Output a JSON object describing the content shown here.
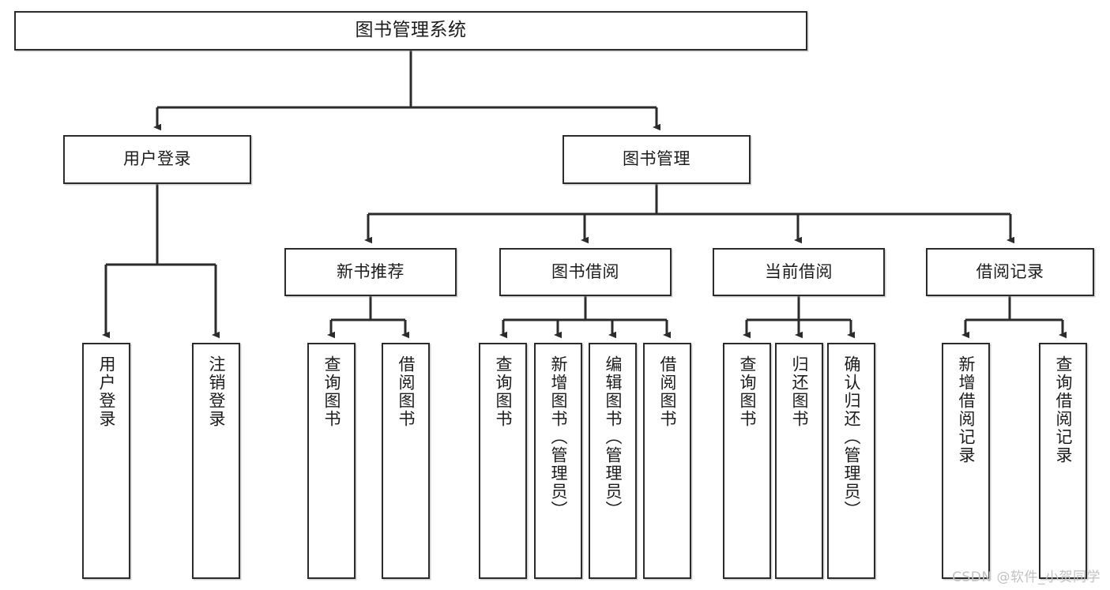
{
  "diagram": {
    "type": "hierarchy-tree",
    "title": "图书管理系统",
    "background_color": "#ffffff",
    "line_color": "#2b2b2b",
    "text_color": "#1c1c1c",
    "watermark": "CSDN @软件_小贺同学",
    "levels": {
      "level1": [
        "图书管理系统"
      ],
      "level2": [
        "用户登录",
        "图书管理"
      ],
      "level3": [
        "新书推荐",
        "图书借阅",
        "当前借阅",
        "借阅记录"
      ],
      "level4": [
        "用户登录",
        "注销登录",
        "查询图书",
        "借阅图书",
        "查询图书",
        "新增图书（管理员）",
        "编辑图书（管理员）",
        "借阅图书",
        "查询图书",
        "归还图书",
        "确认归还（管理员）",
        "新增借阅记录",
        "查询借阅记录"
      ]
    },
    "nodes": {
      "root": {
        "label": "图书管理系统"
      },
      "user_login": {
        "label": "用户登录"
      },
      "book_manage": {
        "label": "图书管理"
      },
      "new_book_rec": {
        "label": "新书推荐"
      },
      "book_borrow": {
        "label": "图书借阅"
      },
      "current_borrow": {
        "label": "当前借阅"
      },
      "borrow_record": {
        "label": "借阅记录"
      },
      "leaf_user_login": {
        "label": "用户登录"
      },
      "leaf_logout": {
        "label": "注销登录"
      },
      "leaf_query_book_1": {
        "label": "查询图书"
      },
      "leaf_borrow_book_1": {
        "label": "借阅图书"
      },
      "leaf_query_book_2": {
        "label": "查询图书"
      },
      "leaf_add_book": {
        "label": "新增图书（管理员）"
      },
      "leaf_edit_book": {
        "label": "编辑图书（管理员）"
      },
      "leaf_borrow_book_2": {
        "label": "借阅图书"
      },
      "leaf_query_book_3": {
        "label": "查询图书"
      },
      "leaf_return_book": {
        "label": "归还图书"
      },
      "leaf_confirm_return": {
        "label": "确认归还（管理员）"
      },
      "leaf_add_record": {
        "label": "新增借阅记录"
      },
      "leaf_query_record": {
        "label": "查询借阅记录"
      }
    }
  }
}
